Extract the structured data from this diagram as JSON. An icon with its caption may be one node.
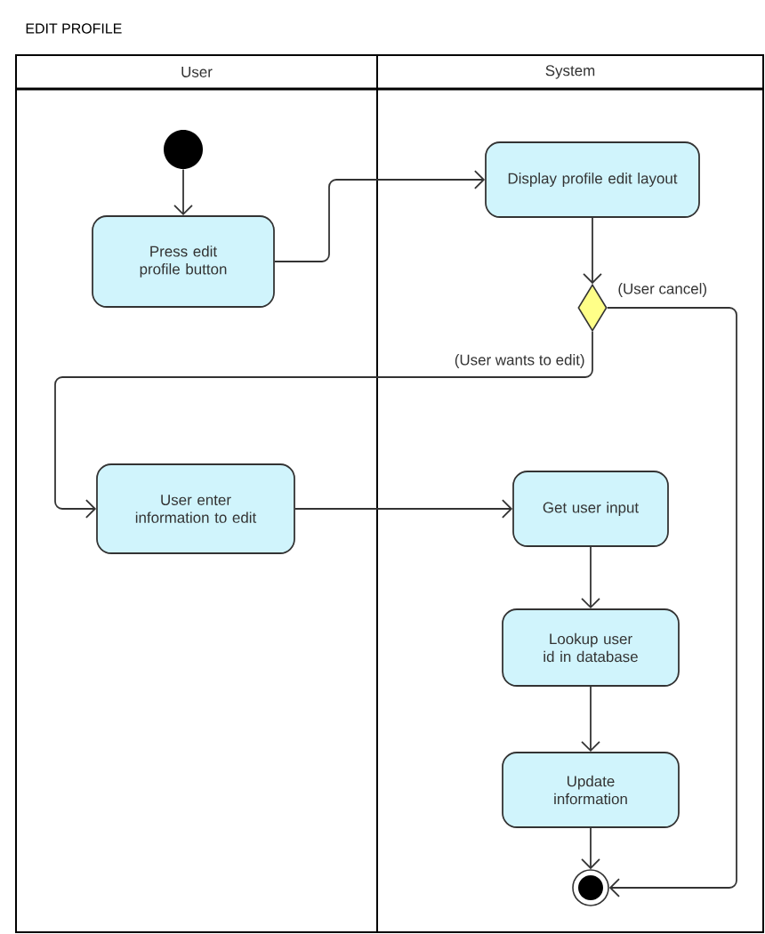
{
  "diagram": {
    "title": "EDIT PROFILE",
    "nodes": [
      {
        "text": [
          "User"
        ]
      },
      {
        "text": [
          "System"
        ]
      },
      {
        "text": [],
        "shape": "circle",
        "in": 0
      },
      {
        "text": [
          "Press edit profile button"
        ],
        "in": 0
      },
      {
        "text": [
          "Display profile edit layout"
        ],
        "in": 1
      },
      {
        "text": [],
        "shape": "diamond",
        "in": 1
      },
      {
        "text": [
          "User enter information to edit"
        ],
        "in": 0
      },
      {
        "text": [
          "Get user input"
        ],
        "in": 1
      },
      {
        "text": [
          "Lookup user id in database"
        ],
        "in": 1
      },
      {
        "text": [
          "Update information"
        ],
        "in": 1
      },
      {
        "text": [],
        "shape": "circle",
        "in": 1
      }
    ],
    "edges": [
      {
        "from": 2,
        "to": 3,
        "arrow": "to"
      },
      {
        "from": 3,
        "to": 4,
        "arrow": "to"
      },
      {
        "from": 4,
        "to": 5,
        "arrow": "to"
      },
      {
        "from": 5,
        "to": 6,
        "arrow": "to",
        "label": "(User wants to edit)"
      },
      {
        "from": 5,
        "to": 10,
        "arrow": "to",
        "label": "(User cancel)"
      },
      {
        "from": 6,
        "to": 7,
        "arrow": "to"
      },
      {
        "from": 7,
        "to": 8,
        "arrow": "to"
      },
      {
        "from": 8,
        "to": 9,
        "arrow": "to"
      },
      {
        "from": 9,
        "to": 10,
        "arrow": "to"
      }
    ]
  }
}
